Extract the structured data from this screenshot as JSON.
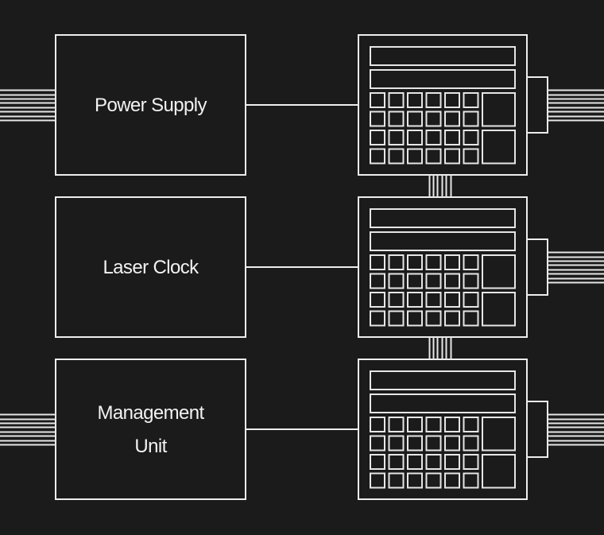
{
  "diagram": {
    "title": "",
    "background_color": "#1b1b1b",
    "line_color": "#eeeeee",
    "modules": [
      {
        "id": "power-supply",
        "label_lines": [
          "Power Supply"
        ],
        "has_input_bus": true
      },
      {
        "id": "laser-clock",
        "label_lines": [
          "Laser Clock"
        ],
        "has_input_bus": false
      },
      {
        "id": "management-unit",
        "label_lines": [
          "Management",
          "Unit"
        ],
        "has_input_bus": true
      }
    ],
    "devices": [
      {
        "id": "device-1",
        "display_panels": 2,
        "key_rows": 4,
        "key_cols": 6,
        "large_keys": 2,
        "has_output_bus": true
      },
      {
        "id": "device-2",
        "display_panels": 2,
        "key_rows": 4,
        "key_cols": 6,
        "large_keys": 2,
        "has_output_bus": true
      },
      {
        "id": "device-3",
        "display_panels": 2,
        "key_rows": 4,
        "key_cols": 6,
        "large_keys": 2,
        "has_output_bus": true
      }
    ],
    "bus_wire_count": 8,
    "vertical_bus_wire_count": 6,
    "connections": [
      {
        "from": "power-supply",
        "to": "device-1"
      },
      {
        "from": "laser-clock",
        "to": "device-2"
      },
      {
        "from": "management-unit",
        "to": "device-3"
      },
      {
        "from": "device-1",
        "to": "device-2",
        "type": "bus"
      },
      {
        "from": "device-2",
        "to": "device-3",
        "type": "bus"
      }
    ]
  }
}
